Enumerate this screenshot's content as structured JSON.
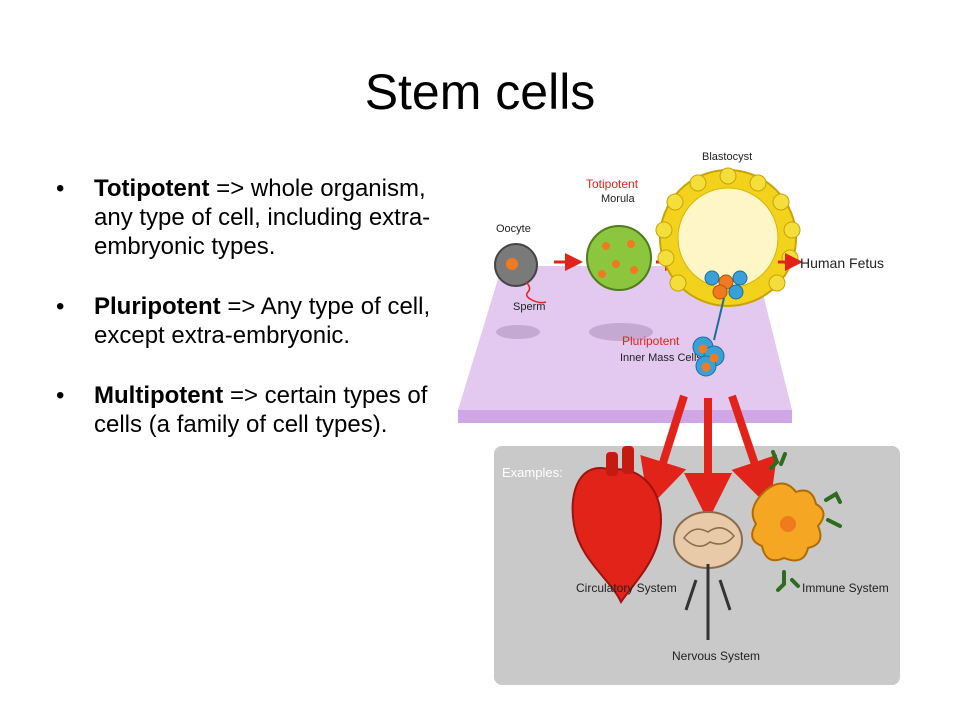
{
  "slide": {
    "title": "Stem cells"
  },
  "bullets": [
    {
      "marker": "•",
      "term": "Totipotent",
      "text": " => whole organism, any type of cell, including extra-embryonic types."
    },
    {
      "marker": "•",
      "term": "Pluripotent",
      "text": " => Any type of cell, except extra-embryonic."
    },
    {
      "marker": "•",
      "term": "Multipotent",
      "text": " => certain types of cells (a family of cell types)."
    }
  ],
  "figure": {
    "blastocyst": "Blastocyst",
    "totipotent": "Totipotent",
    "morula": "Morula",
    "oocyte": "Oocyte",
    "sperm": "Sperm",
    "human_fetus": "Human Fetus",
    "pluripotent": "Pluripotent",
    "inner_mass": "Inner Mass Cells",
    "examples": "Examples:",
    "circulatory": "Circulatory System",
    "nervous": "Nervous System",
    "immune": "Immune System",
    "colors": {
      "accent_red": "#e2231a",
      "platform": "#e3c8f0",
      "panel": "#c9c9c9",
      "yellow": "#f2d21c",
      "green": "#8cc63f"
    }
  }
}
